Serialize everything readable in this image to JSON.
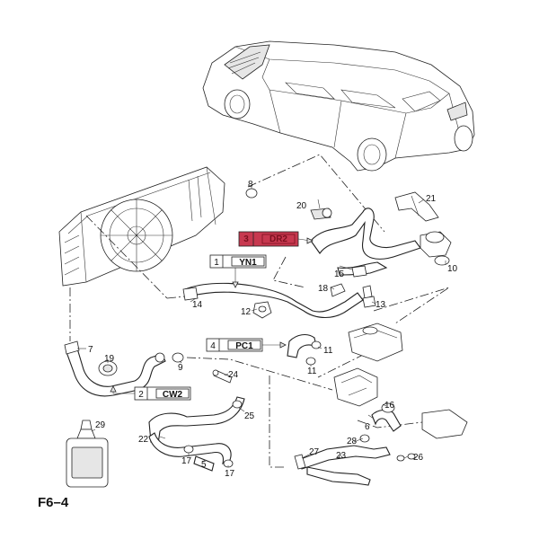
{
  "page_code": "F6–4",
  "callouts": [
    {
      "num": "1",
      "code": "YN1"
    },
    {
      "num": "2",
      "code": "CW2"
    },
    {
      "num": "3",
      "code": "DR2"
    },
    {
      "num": "4",
      "code": "PC1"
    }
  ],
  "part_numbers": [
    "5",
    "6",
    "7",
    "8",
    "9",
    "10",
    "11",
    "11",
    "12",
    "13",
    "14",
    "15",
    "16",
    "17",
    "17",
    "18",
    "19",
    "20",
    "21",
    "22",
    "23",
    "24",
    "25",
    "26",
    "27",
    "28",
    "29"
  ],
  "colors": {
    "highlight": "#c7384f",
    "ink": "#222222"
  }
}
